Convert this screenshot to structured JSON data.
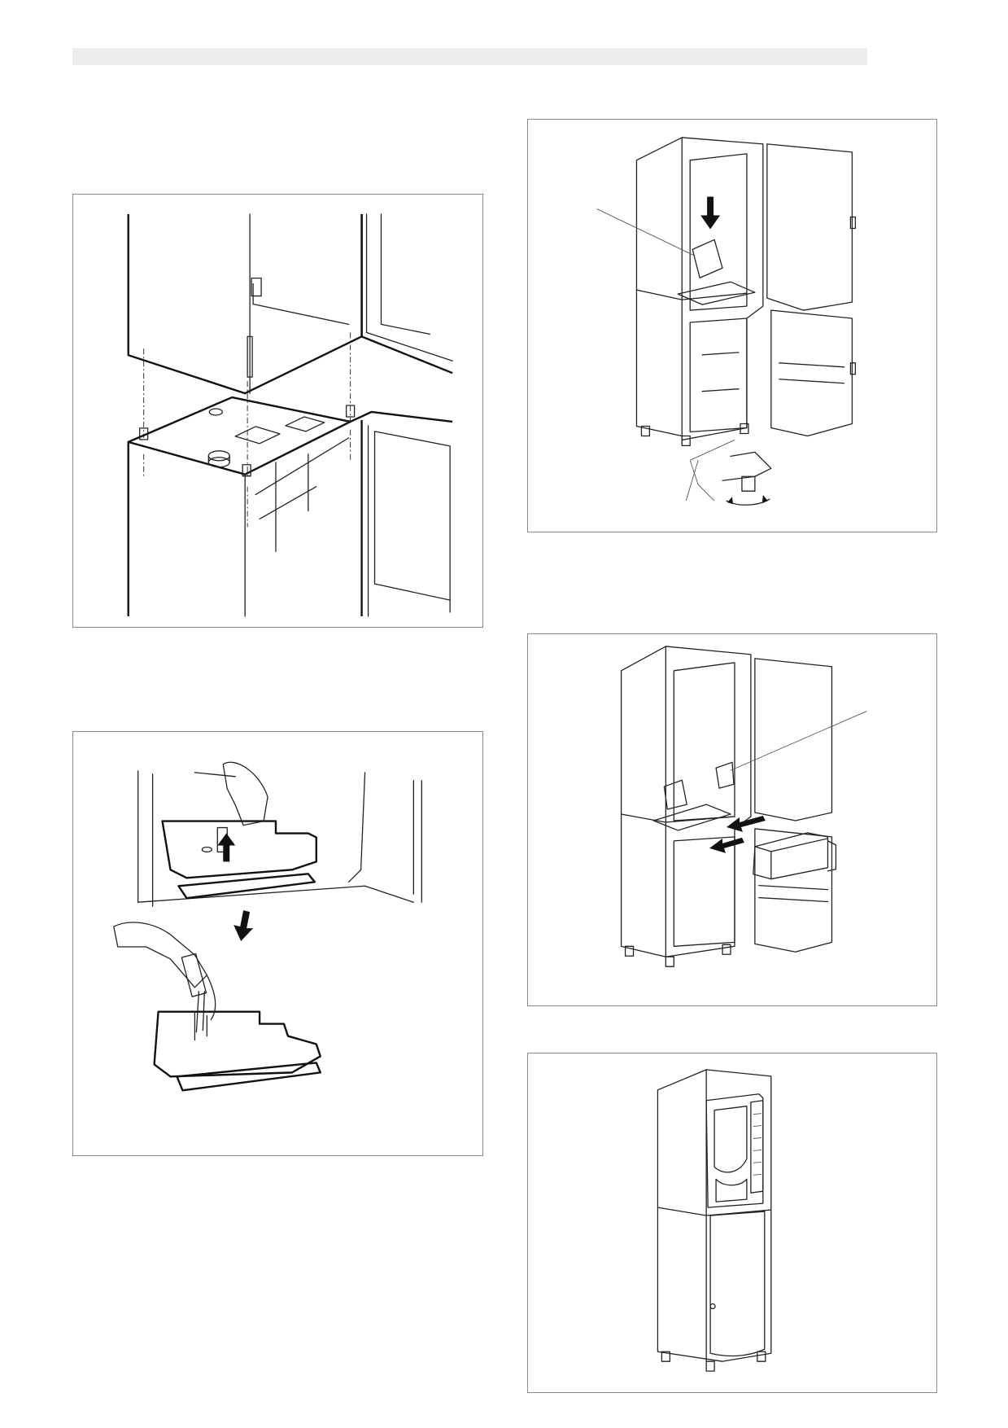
{
  "page": {
    "figures": [
      {
        "id": "fig-stacking-cabinets",
        "icon": "cabinet-stacking-illustration"
      },
      {
        "id": "fig-drip-tray-removal",
        "icon": "drip-tray-hammer-illustration"
      },
      {
        "id": "fig-canister-insert-feet",
        "icon": "canister-insert-levelling-feet-illustration"
      },
      {
        "id": "fig-container-install",
        "icon": "container-install-illustration"
      },
      {
        "id": "fig-assembled-machine",
        "icon": "assembled-vending-machine-illustration"
      }
    ]
  },
  "colors": {
    "header_bar": "#ececec",
    "frame_border": "#8a8a8a",
    "line_art": "#222222"
  }
}
